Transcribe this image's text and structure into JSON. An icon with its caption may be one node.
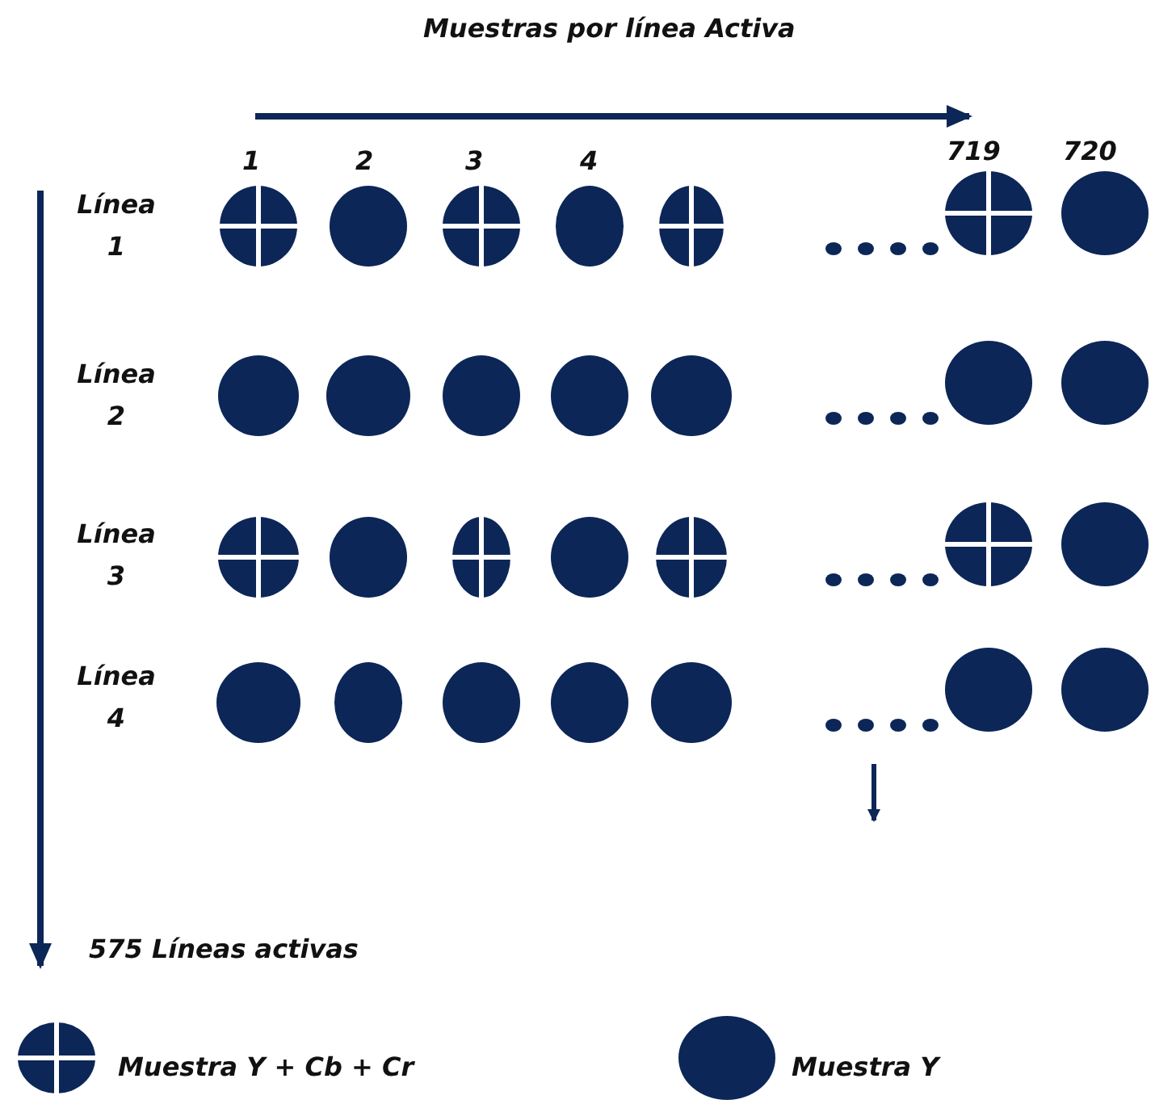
{
  "diagram": {
    "labels": [
      "Muestras por línea Activa",
      "1",
      "2",
      "3",
      "4",
      "719",
      "720",
      "Línea 1",
      "Línea 2",
      "Línea 3",
      "Línea 4",
      "575 Líneas activas"
    ],
    "legend": [
      {
        "text": "Muestra Y + Cb  + Cr"
      },
      {
        "text": "Muestra Y"
      }
    ]
  }
}
